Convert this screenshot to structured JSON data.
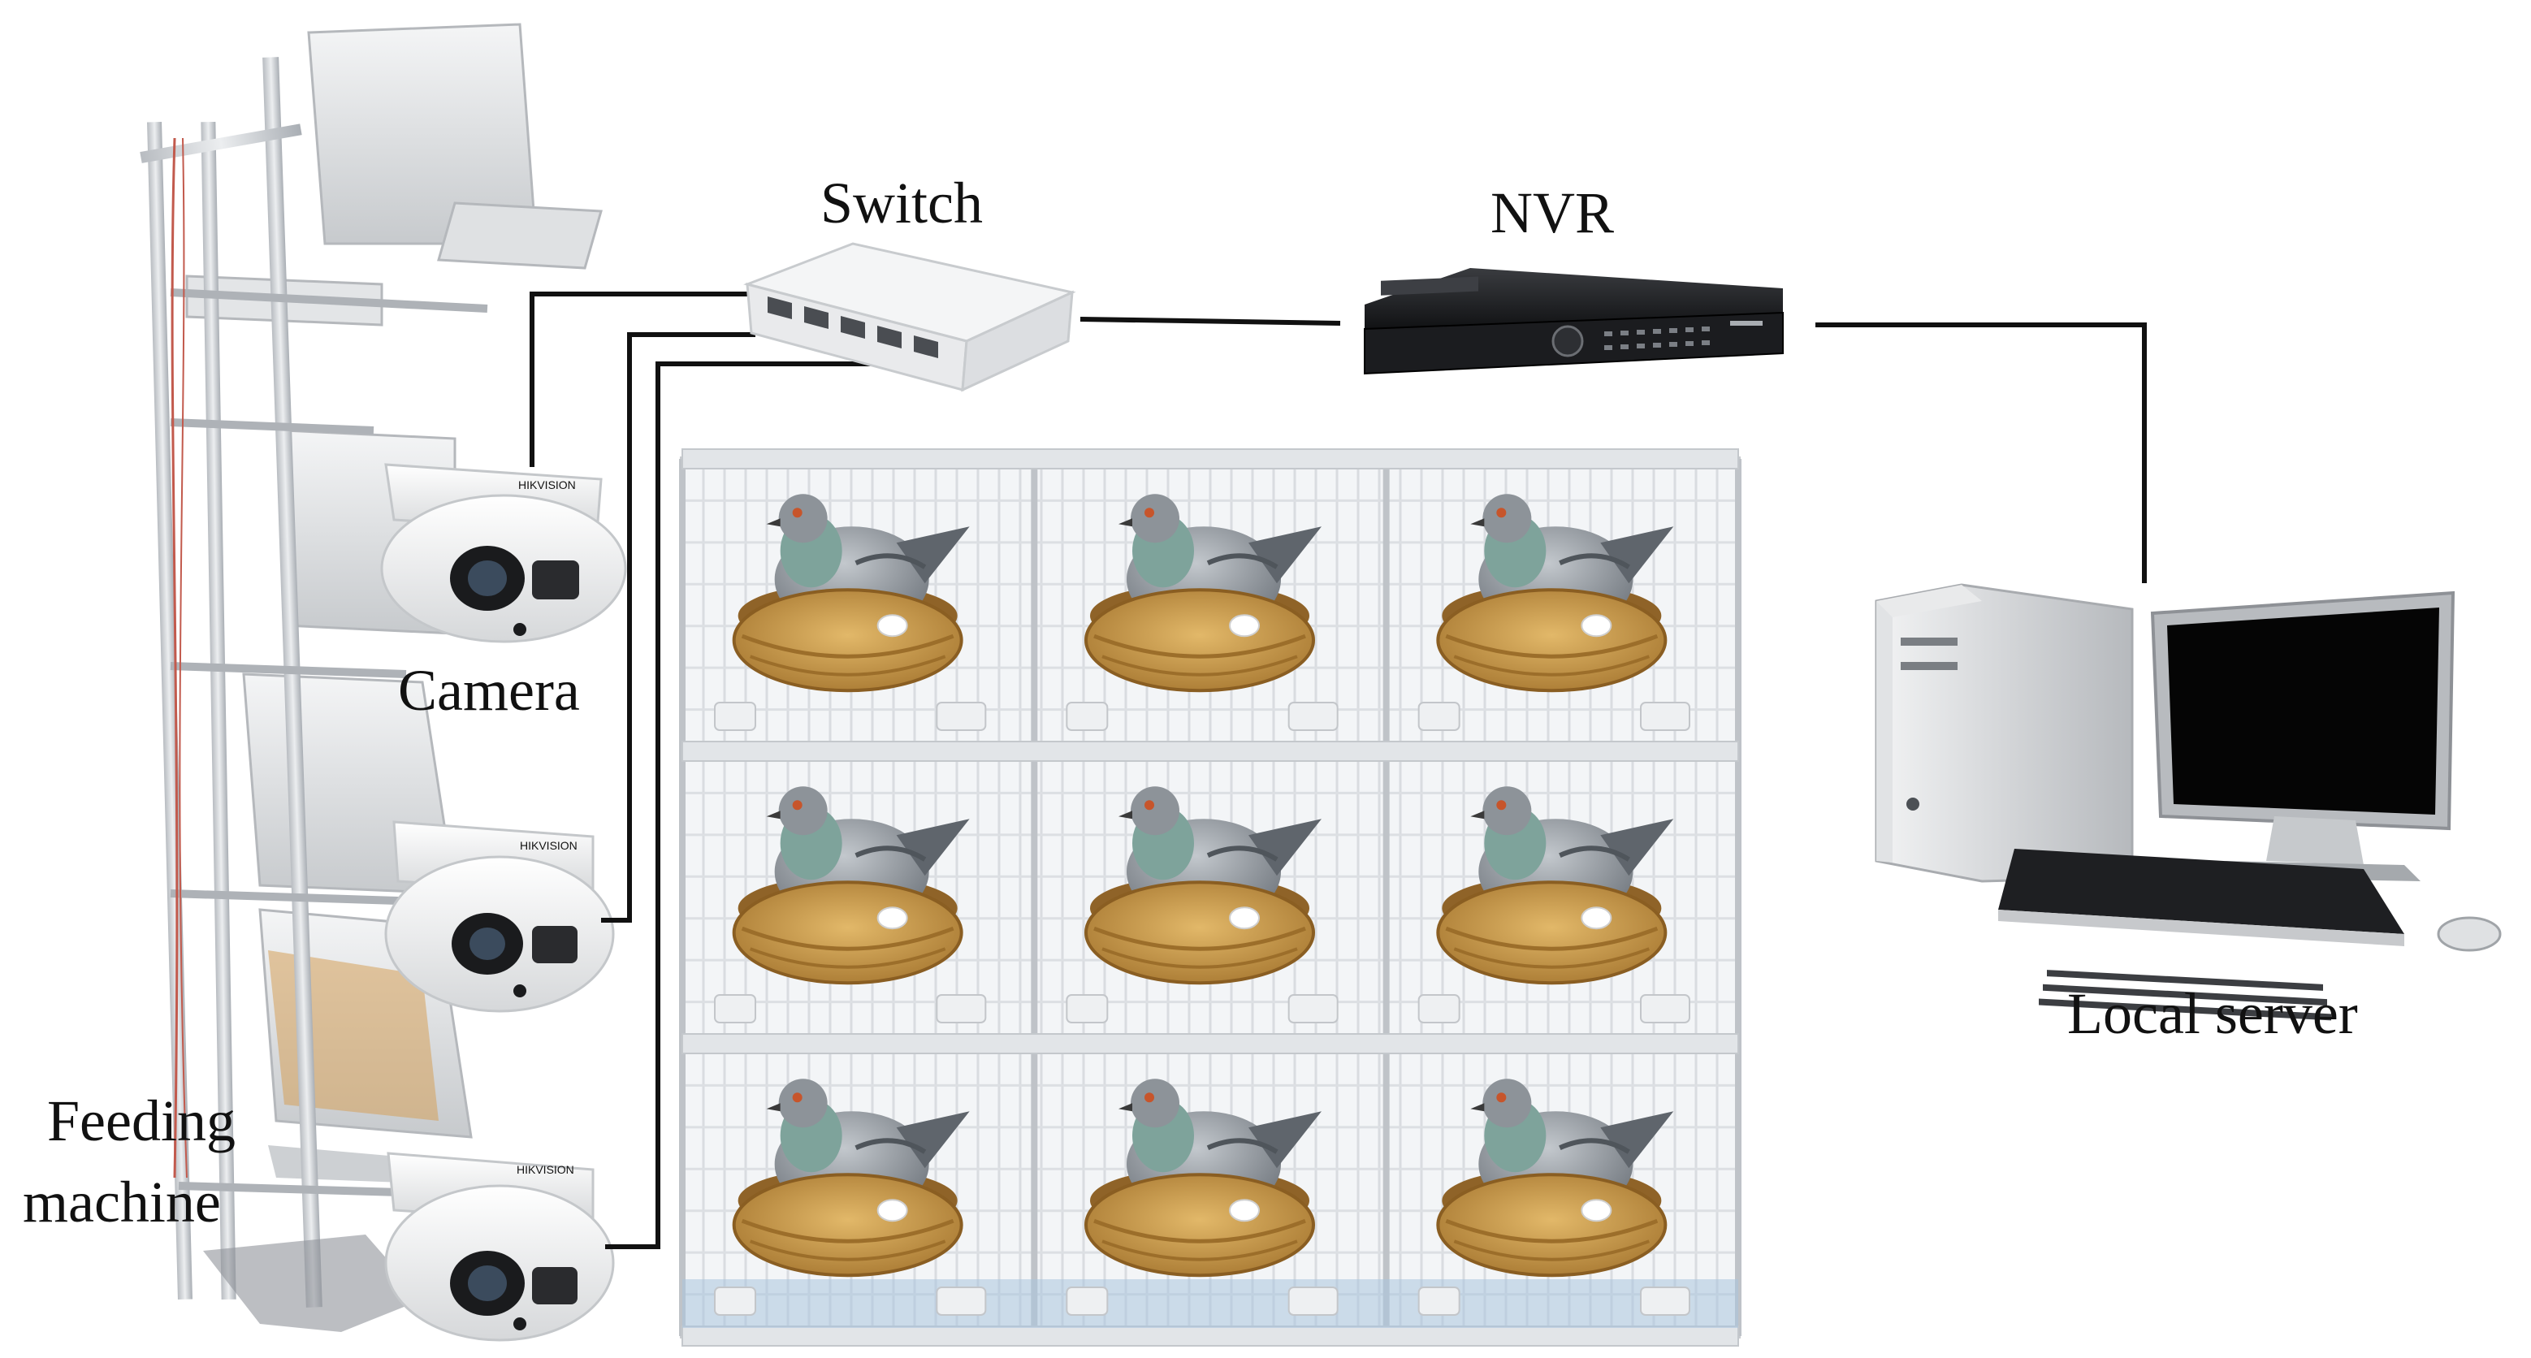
{
  "labels": {
    "switch": "Switch",
    "nvr": "NVR",
    "camera": "Camera",
    "feeding_machine_line1": "Feeding",
    "feeding_machine_line2": "machine",
    "local_server": "Local server",
    "camera_brand": "HIKVISION"
  },
  "colors": {
    "wire": "#111111",
    "metal": "#c9ccd0",
    "trough": "#e6e8ea",
    "cage_wire": "#d5d8dc",
    "nest": "#c99a4a",
    "nest_dark": "#9c6e2a",
    "pigeon_body": "#8f959c",
    "pigeon_neck": "#6f9a93",
    "device_dark": "#1c1d20",
    "screen": "#050505",
    "pc_body": "#d8dadc"
  },
  "components": [
    {
      "id": "feeding-machine",
      "type": "machine"
    },
    {
      "id": "camera-1",
      "type": "dome-camera"
    },
    {
      "id": "camera-2",
      "type": "dome-camera"
    },
    {
      "id": "camera-3",
      "type": "dome-camera"
    },
    {
      "id": "switch",
      "type": "network-switch",
      "ports": 5
    },
    {
      "id": "nvr",
      "type": "recorder"
    },
    {
      "id": "local-server",
      "type": "desktop-computer"
    },
    {
      "id": "pigeon-cage",
      "type": "cage",
      "rows": 3,
      "cols": 3
    }
  ],
  "connections": [
    {
      "from": "camera-1",
      "to": "switch"
    },
    {
      "from": "camera-2",
      "to": "switch"
    },
    {
      "from": "camera-3",
      "to": "switch"
    },
    {
      "from": "switch",
      "to": "nvr"
    },
    {
      "from": "nvr",
      "to": "local-server"
    }
  ]
}
